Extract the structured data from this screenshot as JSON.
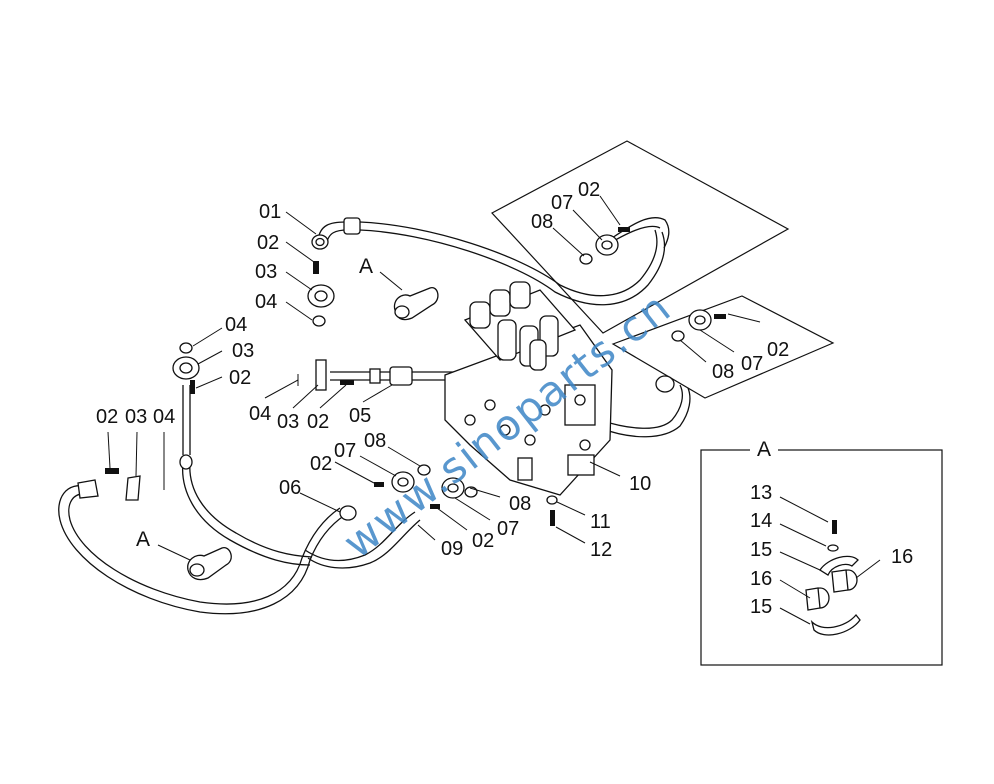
{
  "diagram": {
    "watermark": "www.sinoparts.cn",
    "detail_box": {
      "title": "A"
    },
    "callouts": [
      "01",
      "02",
      "03",
      "04",
      "A",
      "07",
      "02",
      "08",
      "04",
      "03",
      "02",
      "04",
      "03",
      "02",
      "05",
      "02",
      "07",
      "08",
      "02",
      "03",
      "04",
      "06",
      "A",
      "08",
      "07",
      "02",
      "09",
      "10",
      "11",
      "12",
      "08",
      "07",
      "02",
      "13",
      "14",
      "15",
      "16",
      "16",
      "15"
    ]
  }
}
